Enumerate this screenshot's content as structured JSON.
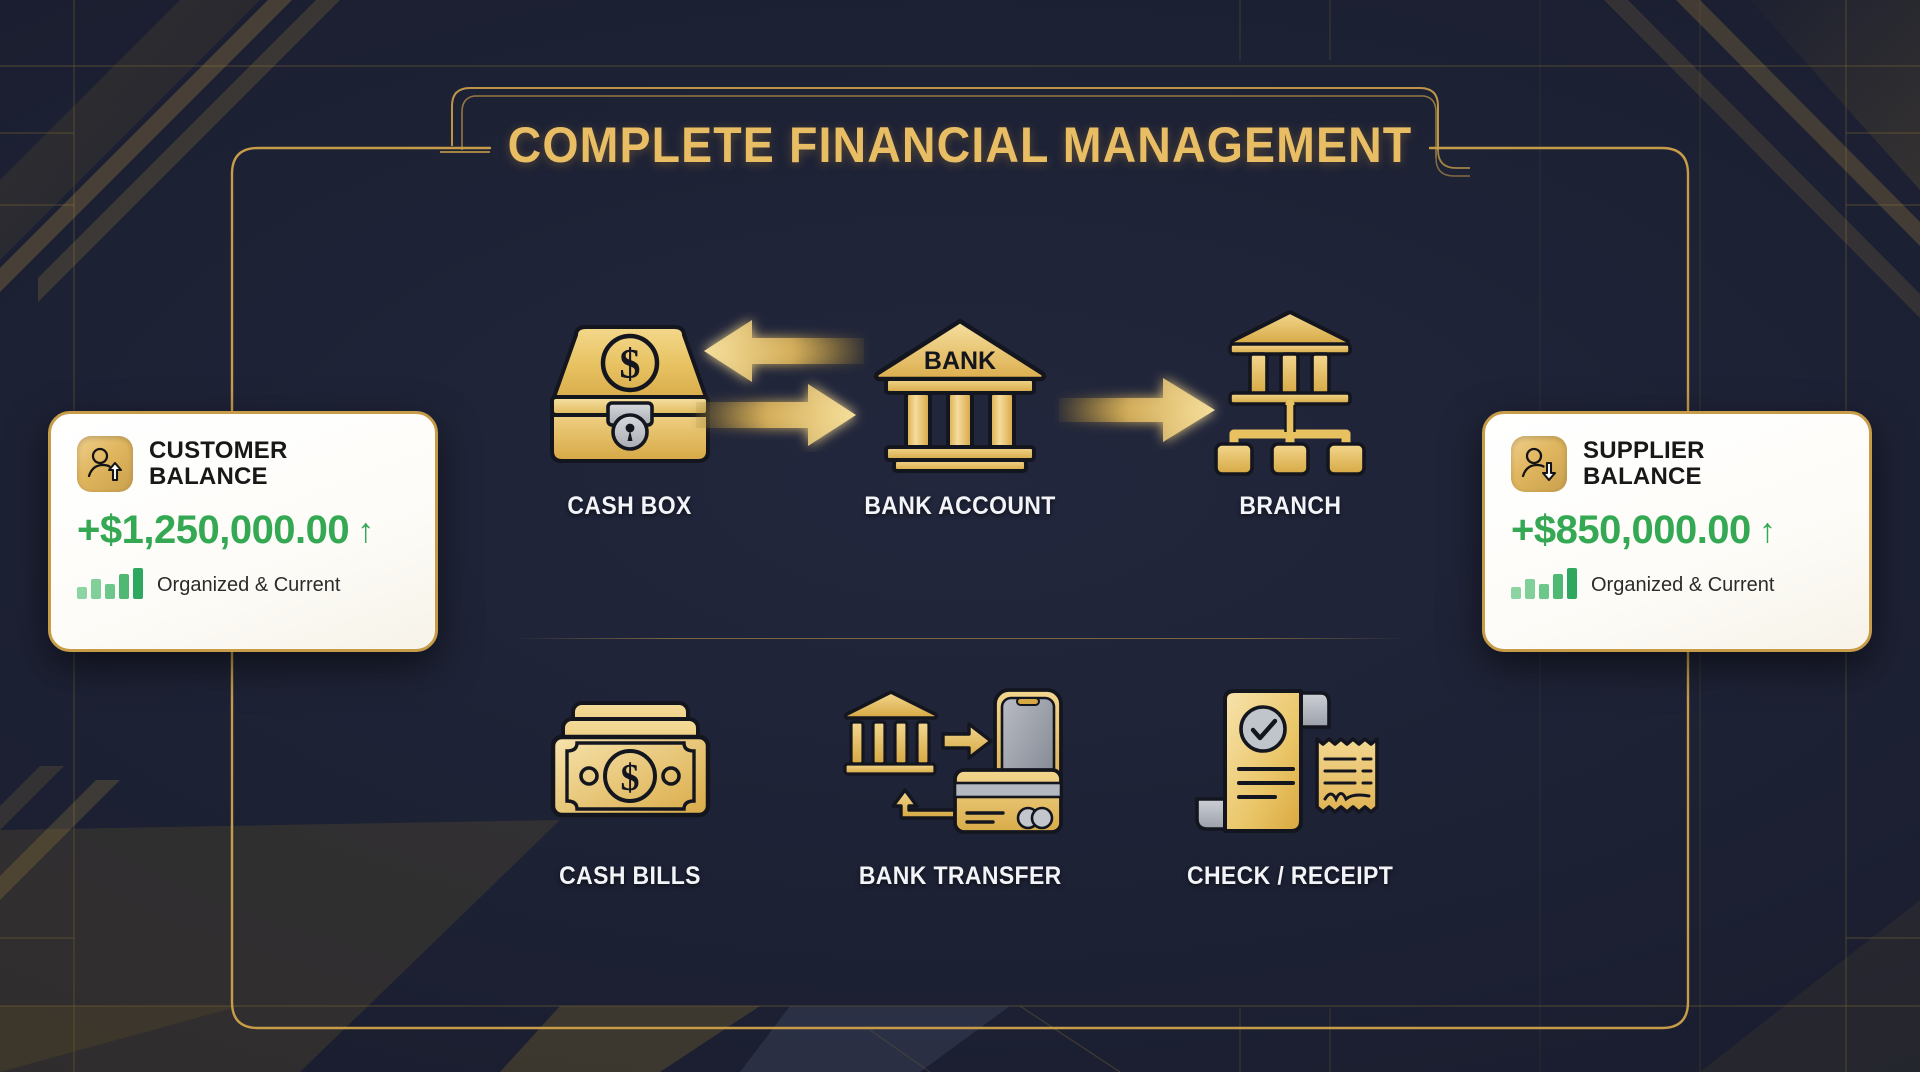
{
  "page": {
    "title": "COMPLETE FINANCIAL MANAGEMENT"
  },
  "colors": {
    "gold": "#e8bd64",
    "gold_line": "#c79c49",
    "background": "#1c2033",
    "green": "#34a853",
    "label_white": "#f3f4f8",
    "card_bg": "#ffffff"
  },
  "flow_top": [
    {
      "icon": "cash-box-icon",
      "label": "CASH BOX"
    },
    {
      "icon": "bank-account-icon",
      "label": "BANK ACCOUNT",
      "pediment_text": "BANK"
    },
    {
      "icon": "branch-icon",
      "label": "BRANCH"
    }
  ],
  "flow_bottom": [
    {
      "icon": "cash-bills-icon",
      "label": "CASH BILLS"
    },
    {
      "icon": "bank-transfer-icon",
      "label": "BANK TRANSFER"
    },
    {
      "icon": "check-receipt-icon",
      "label": "CHECK / RECEIPT"
    }
  ],
  "arrows": [
    {
      "name": "arrow-bank-to-cashbox",
      "direction": "left"
    },
    {
      "name": "arrow-cashbox-to-bank",
      "direction": "right"
    },
    {
      "name": "arrow-bank-to-branch",
      "direction": "right"
    }
  ],
  "cards": {
    "customer": {
      "icon": "user-up-arrow-icon",
      "title_line1": "CUSTOMER",
      "title_line2": "BALANCE",
      "amount": "+$1,250,000.00",
      "trend": "↑",
      "note": "Organized & Current",
      "spark_heights": [
        12,
        20,
        15,
        25,
        31
      ],
      "spark_colors": [
        "#8dd4a3",
        "#81cf99",
        "#6cc78a",
        "#4fb974",
        "#2ea85e"
      ]
    },
    "supplier": {
      "icon": "user-down-arrow-icon",
      "title_line1": "SUPPLIER",
      "title_line2": "BALANCE",
      "amount": "+$850,000.00",
      "trend": "↑",
      "note": "Organized & Current",
      "spark_heights": [
        12,
        20,
        15,
        25,
        31
      ],
      "spark_colors": [
        "#8dd4a3",
        "#81cf99",
        "#6cc78a",
        "#4fb974",
        "#2ea85e"
      ]
    }
  }
}
